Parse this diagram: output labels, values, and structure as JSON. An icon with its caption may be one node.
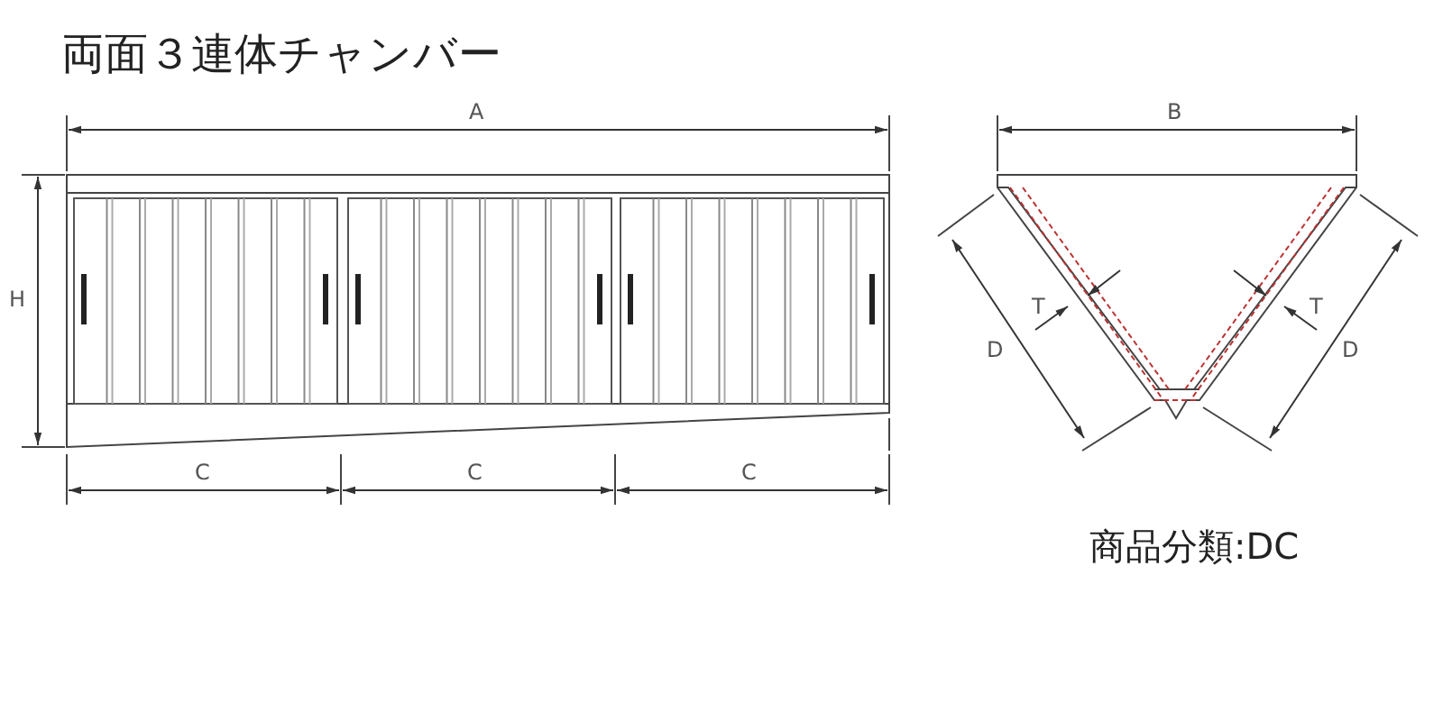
{
  "diagram": {
    "title": "両面３連体チャンバー",
    "labels": [
      "A",
      "H",
      "C",
      "C",
      "C",
      "B",
      "T",
      "T",
      "D",
      "D",
      "商品分類:DC"
    ]
  }
}
